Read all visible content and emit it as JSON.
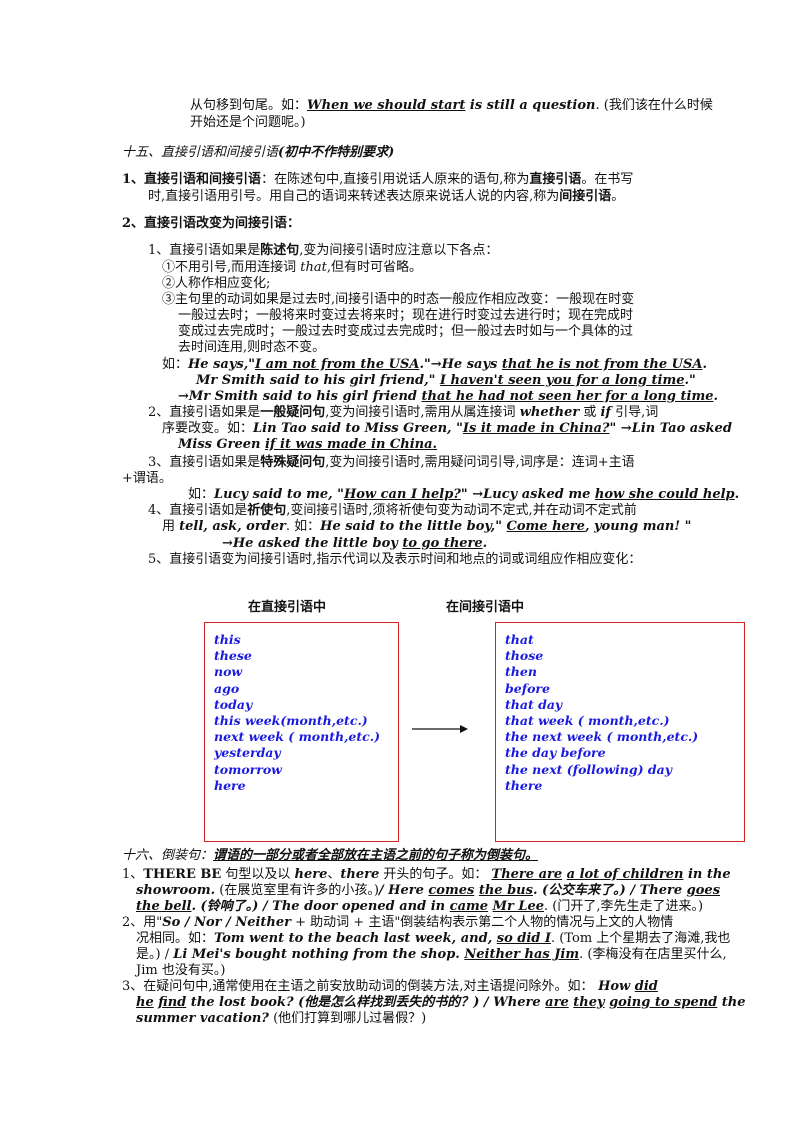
{
  "top": {
    "line1": "从句移到句尾。如：",
    "line1_ex": "When we should start",
    "line1_ex2": " is still a question",
    "line1_tail": ". (我们该在什么时候",
    "line2": "开始还是个问题呢。)"
  },
  "section15": {
    "title": "十五、直接引语和间接引语",
    "title_note": "(初中不作特别要求)",
    "p1_num": "1、",
    "p1_term": "直接引语和间接引语",
    "p1_text_a": "：在陈述句中,直接引用说话人原来的语句,称为",
    "p1_bold_a": "直接引语",
    "p1_text_b": "。在书写",
    "p1_line2_a": "时,直接引语用引号。用自己的语词来转述表达原来说话人说的内容,称为",
    "p1_bold_b": "间接引语",
    "p1_line2_end": "。",
    "p2": "2、直接引语改变为间接引语：",
    "r1_a": "1、直接引语如果是",
    "r1_bold": "陈述句",
    "r1_b": ",变为间接引语时应注意以下各点：",
    "r1_i": "①不用引号,而用连接词 ",
    "r1_i_that": "that",
    "r1_i_end": ",但有时可省略。",
    "r1_ii": "②人称作相应变化;",
    "r1_iii_1": "③主句里的动词如果是过去时,间接引语中的时态一般应作相应改变：一般现在时变",
    "r1_iii_2": "一般过去时；一般将来时变过去将来时；现在进行时变过去进行时；现在完成时",
    "r1_iii_3": "变成过去完成时；一般过去时变成过去完成时；但一般过去时如与一个具体的过",
    "r1_iii_4": "去时间连用,则时态不变。",
    "ex1_label": "如：",
    "ex1_a": "He says,\"",
    "ex1_u": "I am not from the USA",
    "ex1_b": ".\"→He says ",
    "ex1_u2": "that he is not from the USA",
    "ex1_c": ".",
    "ex2_a": "Mr Smith said to his girl friend,\" ",
    "ex2_u": "I haven't seen you for a long time",
    "ex2_b": ".\"",
    "ex3_a": "→Mr Smith said to his girl friend ",
    "ex3_u": "that he had not seen her for a long time",
    "ex3_b": ".",
    "r2_a": "2、直接引语如果是",
    "r2_bold": "一般疑问句",
    "r2_b": ",变为间接引语时,需用从属连接词 ",
    "r2_whether": "whether",
    "r2_or": " 或 ",
    "r2_if": "if",
    "r2_c": " 引导,词",
    "r2_line2_a": "序要改变。如：",
    "r2_ex_a": "Lin Tao said to Miss Green, \"",
    "r2_ex_u": "Is it made in China?",
    "r2_ex_b": "\" →Lin Tao asked",
    "r2_line3_a": "Miss Green ",
    "r2_line3_u": "if it was made in China.",
    "r3_a": "3、直接引语如果是",
    "r3_bold": "特殊疑问句",
    "r3_b": ",变为间接引语时,需用疑问词引导,词序是：连词+主语",
    "r3_line2": "+谓语。",
    "r3_ex_label": "如：",
    "r3_ex_a": "Lucy said to me, \"",
    "r3_ex_u": "How can I help?",
    "r3_ex_b": "\" →Lucy asked me ",
    "r3_ex_u2": "how she could help",
    "r3_ex_c": ".",
    "r4_a": "4、直接引语如是",
    "r4_bold": "祈使句",
    "r4_b": ",变间接引语时,须将祈使句变为动词不定式,并在动词不定式前",
    "r4_line2_a": "用 ",
    "r4_line2_words": "tell, ask, order",
    "r4_line2_b": ". 如：",
    "r4_ex_a": "He said to the little boy,\" ",
    "r4_ex_u": "Come here",
    "r4_ex_b": ", young  man! \"",
    "r4_line3_a": "→He asked the little boy  ",
    "r4_line3_u": "to go there",
    "r4_line3_b": ".",
    "r5": "5、直接引语变为间接引语时,指示代词以及表示时间和地点的词或词组应作相应变化："
  },
  "table": {
    "left_head": "在直接引语中",
    "right_head": "在间接引语中",
    "left_items": [
      "this",
      "these",
      "now",
      "ago",
      "today",
      "this week(month,etc.)",
      "next week ( month,etc.)",
      "yesterday",
      "tomorrow",
      "here"
    ],
    "right_items": [
      "that",
      "those",
      "then",
      "before",
      "that day",
      "that  week ( month,etc.)",
      "the next week ( month,etc.)",
      "the day before",
      "the next (following) day",
      "there"
    ],
    "border_color": "#d32020",
    "item_color": "#1a1adf"
  },
  "section16": {
    "title_a": "十六、倒装句：",
    "title_b": "谓语的一部分或者全部放在主语之前的句子称为倒装句。",
    "p1_num": "1、",
    "p1_a": "THERE BE",
    "p1_b": " 句型以及以 ",
    "p1_here": "here",
    "p1_c": "、",
    "p1_there": "there",
    "p1_d": " 开头的句子。如：  ",
    "p1_ex1_u": "There are",
    "p1_ex1_sp": " ",
    "p1_ex1_u2": "a lot of children",
    "p1_ex1_e": " in the",
    "p1_l2_a": "showroom.",
    "p1_l2_b": " (在展览室里有许多的小孩。)",
    "p1_l2_c": "/ Here ",
    "p1_l2_u": "comes",
    "p1_l2_d": " ",
    "p1_l2_u2": "the bus",
    "p1_l2_e": ". (公交车来了。) / There ",
    "p1_l2_u3": "goes",
    "p1_l3_u": "the bell",
    "p1_l3_a": ". (铃响了。) / The door opened and in ",
    "p1_l3_u2": "came",
    "p1_l3_b": " ",
    "p1_l3_u3": "Mr Lee",
    "p1_l3_c": ". (门开了,李先生走了进来。)",
    "p2_a": "2、用\"",
    "p2_b": "So / Nor / Neither",
    "p2_c": " + 助动词 + 主语\"倒装结构表示第二个人物的情况与上文的人物情",
    "p2_l2_a": "况相同。如：",
    "p2_l2_b": "Tom went to the beach last week, and, ",
    "p2_l2_u": "so did I",
    "p2_l2_c": ". (Tom 上个星期去了海滩,我也",
    "p2_l3_a": "是。) / ",
    "p2_l3_b": "Li Mei's bought nothing from the shop. ",
    "p2_l3_u": "Neither has Jim",
    "p2_l3_c": ". (李梅没有在店里买什么,",
    "p2_l4": "Jim 也没有买。)",
    "p3_a": "3、在疑问句中,通常使用在主语之前安放助动词的倒装方法,对主语提问除外。如：",
    "p3_b": " How ",
    "p3_u": "did",
    "p3_l2_u": "he",
    "p3_l2_a": " ",
    "p3_l2_u2": "find",
    "p3_l2_b": " the lost book?",
    "p3_l2_c": " (他是怎么样找到丢失的书的？) / Where ",
    "p3_l2_u3": "are",
    "p3_l2_d": " ",
    "p3_l2_u4": "they",
    "p3_l2_e": " ",
    "p3_l2_u5": "going to spend",
    "p3_l2_f": " the",
    "p3_l3_a": "summer vacation?",
    "p3_l3_b": " (他们打算到哪儿过暑假？)"
  }
}
